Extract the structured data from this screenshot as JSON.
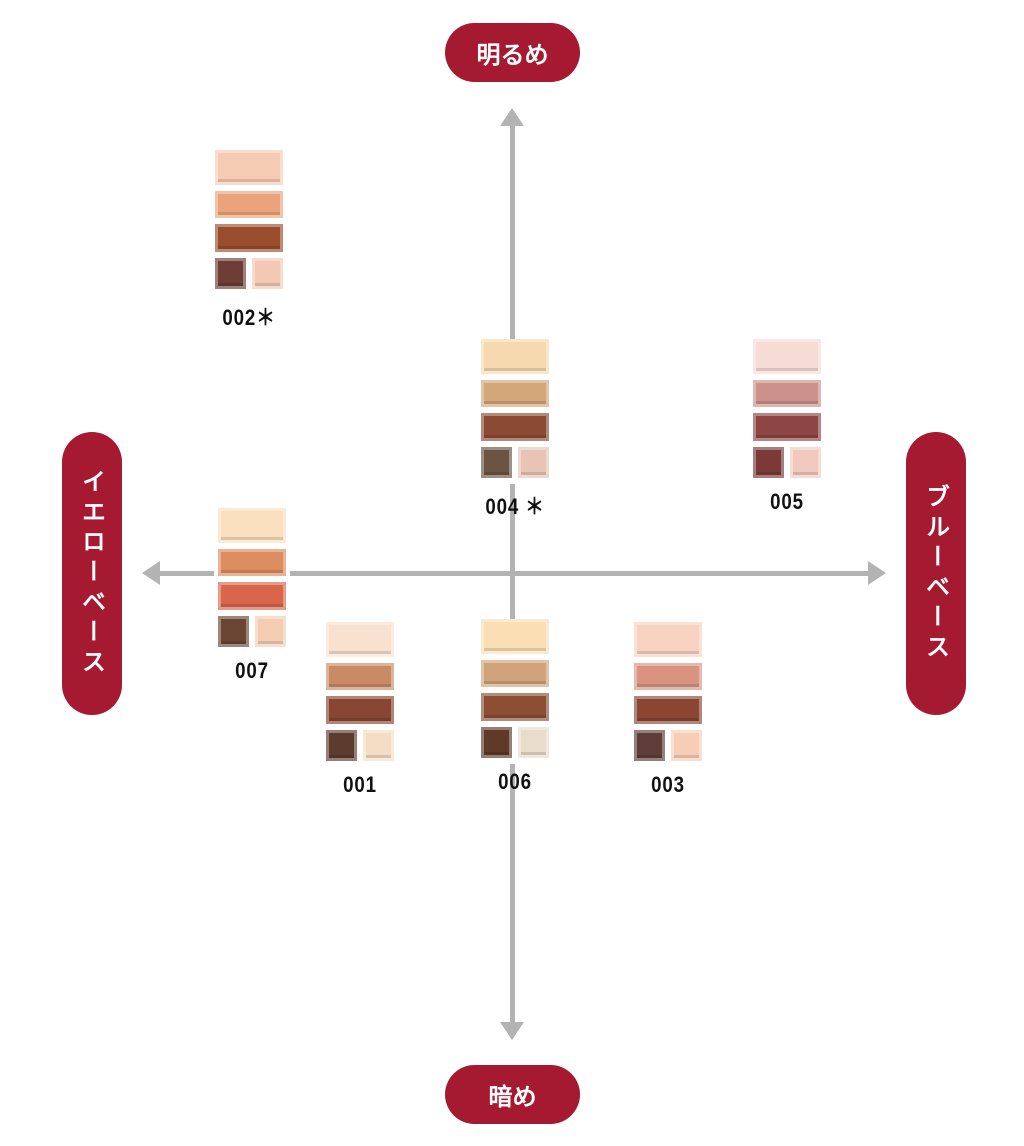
{
  "axes": {
    "top": "明るめ",
    "bottom": "暗め",
    "left": "イエローベース",
    "right": "ブルーベース"
  },
  "colors": {
    "pill": "#a51a30",
    "axis": "#b3b3b3"
  },
  "palettes": [
    {
      "label": "002＊",
      "colors": [
        "#f6cbb3",
        "#eba37a",
        "#9a4d2d",
        "#6e3d35",
        "#f3c8b4"
      ]
    },
    {
      "label": "004 ＊",
      "colors": [
        "#f7d9b0",
        "#d3a779",
        "#8b4a32",
        "#6b5444",
        "#e7c4b4"
      ]
    },
    {
      "label": "005",
      "colors": [
        "#f7dcd6",
        "#cd918c",
        "#8e4544",
        "#7a3a38",
        "#f1c9bf"
      ]
    },
    {
      "label": "007",
      "colors": [
        "#fae0be",
        "#dd8d5f",
        "#d9654a",
        "#6b4533",
        "#f4cdb3"
      ]
    },
    {
      "label": "001",
      "colors": [
        "#f9e1cf",
        "#c98b66",
        "#884632",
        "#5d3b2e",
        "#f4ddc4"
      ]
    },
    {
      "label": "006",
      "colors": [
        "#f9dfb3",
        "#d2a37a",
        "#8c4f34",
        "#5f3a28",
        "#e8dccb"
      ]
    },
    {
      "label": "003",
      "colors": [
        "#f9d3c2",
        "#d89480",
        "#8a4533",
        "#5f3d39",
        "#f8cdb6"
      ]
    }
  ]
}
